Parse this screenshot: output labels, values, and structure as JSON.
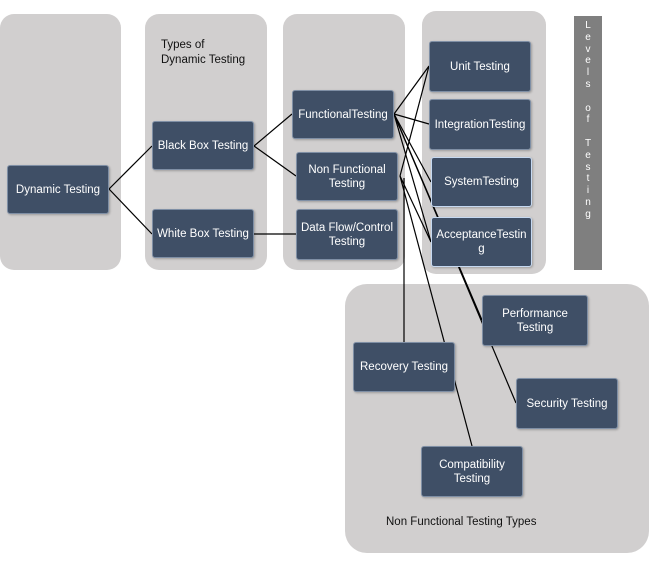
{
  "section_labels": {
    "types": "Types of\nDynamic Testing",
    "nonfunctional_types": "Non Functional Testing Types"
  },
  "levels_bar": {
    "text": "Levels of Testing"
  },
  "nodes": {
    "dynamic": "Dynamic Testing",
    "blackbox": "Black Box Testing",
    "whitebox": "White Box Testing",
    "functional": "FunctionalTesting",
    "nonfunctional": "Non Functional\nTesting",
    "dataflow": "Data Flow/Control\nTesting",
    "unit": "Unit Testing",
    "integration": "IntegrationTesting",
    "system": "SystemTesting",
    "acceptance": "AcceptanceTestin\ng",
    "performance": "Performance\nTesting",
    "recovery": "Recovery Testing",
    "security": "Security Testing",
    "compatibility": "Compatibility\nTesting"
  },
  "colors": {
    "panel": "#d1cfcf",
    "node_fill": "#3f4f66",
    "node_text": "#ffffff",
    "connector": "#000000",
    "levels_bar": "#7f7f7f"
  }
}
